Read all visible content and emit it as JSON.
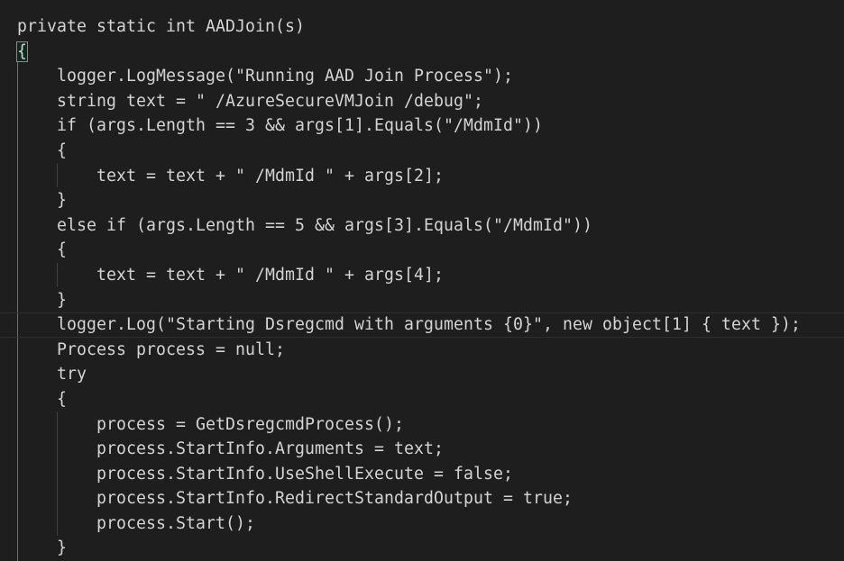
{
  "editor": {
    "language": "C#",
    "theme": {
      "background": "#1e1e1e",
      "text": "#d4d4d4",
      "guide": "#404040",
      "active_guide": "#707070",
      "current_line_border": "#2f2f2f"
    },
    "current_line_index": 12,
    "lines": [
      {
        "indent": 0,
        "text": "private static int AADJoin(s)"
      },
      {
        "indent": 0,
        "text": "{"
      },
      {
        "indent": 1,
        "text": "logger.LogMessage(\"Running AAD Join Process\");"
      },
      {
        "indent": 1,
        "text": "string text = \" /AzureSecureVMJoin /debug\";"
      },
      {
        "indent": 1,
        "text": "if (args.Length == 3 && args[1].Equals(\"/MdmId\"))"
      },
      {
        "indent": 1,
        "text": "{"
      },
      {
        "indent": 2,
        "text": "text = text + \" /MdmId \" + args[2];"
      },
      {
        "indent": 1,
        "text": "}"
      },
      {
        "indent": 1,
        "text": "else if (args.Length == 5 && args[3].Equals(\"/MdmId\"))"
      },
      {
        "indent": 1,
        "text": "{"
      },
      {
        "indent": 2,
        "text": "text = text + \" /MdmId \" + args[4];"
      },
      {
        "indent": 1,
        "text": "}"
      },
      {
        "indent": 1,
        "text": "logger.Log(\"Starting Dsregcmd with arguments {0}\", new object[1] { text });"
      },
      {
        "indent": 1,
        "text": "Process process = null;"
      },
      {
        "indent": 1,
        "text": "try"
      },
      {
        "indent": 1,
        "text": "{"
      },
      {
        "indent": 2,
        "text": "process = GetDsregcmdProcess();"
      },
      {
        "indent": 2,
        "text": "process.StartInfo.Arguments = text;"
      },
      {
        "indent": 2,
        "text": "process.StartInfo.UseShellExecute = false;"
      },
      {
        "indent": 2,
        "text": "process.StartInfo.RedirectStandardOutput = true;"
      },
      {
        "indent": 2,
        "text": "process.Start();"
      },
      {
        "indent": 1,
        "text": "}"
      }
    ]
  }
}
